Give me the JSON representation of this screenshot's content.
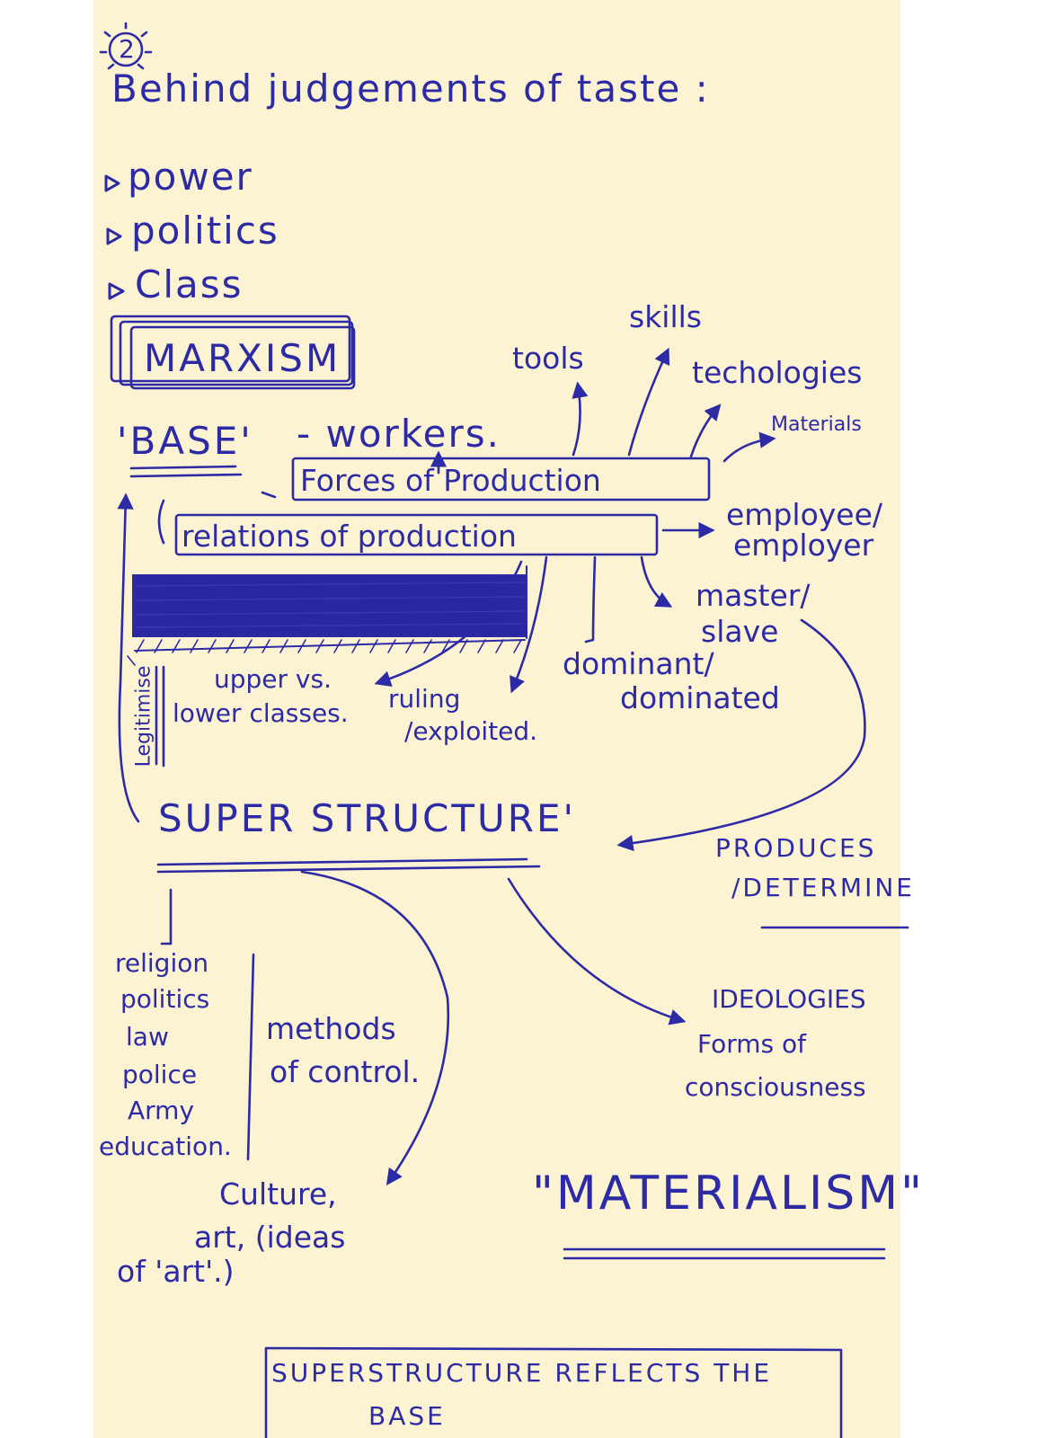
{
  "page_number": "2",
  "title": "Behind judgements of taste :",
  "bullets": [
    "power",
    "politics",
    "Class"
  ],
  "marxism_box": "MARXISM",
  "base": {
    "label": "'BASE'",
    "workers": "- workers."
  },
  "forces": {
    "label": "Forces of Production",
    "items": [
      "tools",
      "skills",
      "techologies",
      "Materials"
    ]
  },
  "relations": {
    "label": "relations of production",
    "items": [
      "employee/",
      "employer",
      "master/",
      "slave",
      "dominant/",
      "dominated",
      "ruling",
      "/exploited.",
      "upper vs.",
      "lower classes."
    ]
  },
  "legitimise": "Legitimise",
  "superstructure": "SUPER STRUCTURE'",
  "produces": [
    "PRODUCES",
    "/DETERMINE"
  ],
  "institutions": [
    "religion",
    "politics",
    "law",
    "police",
    "Army",
    "education."
  ],
  "methods": [
    "methods",
    "of control."
  ],
  "ideologies": [
    "IDEOLOGIES",
    "Forms of",
    "consciousness"
  ],
  "culture": [
    "Culture,",
    "art, (ideas",
    "of 'art'.)"
  ],
  "materialism": "\"MATERIALISM\"",
  "conclusion_box": [
    "SUPERSTRUCTURE REFLECTS THE",
    "BASE"
  ],
  "colors": {
    "ink": "#2d2aa6",
    "paper": "#fcf3d3"
  }
}
